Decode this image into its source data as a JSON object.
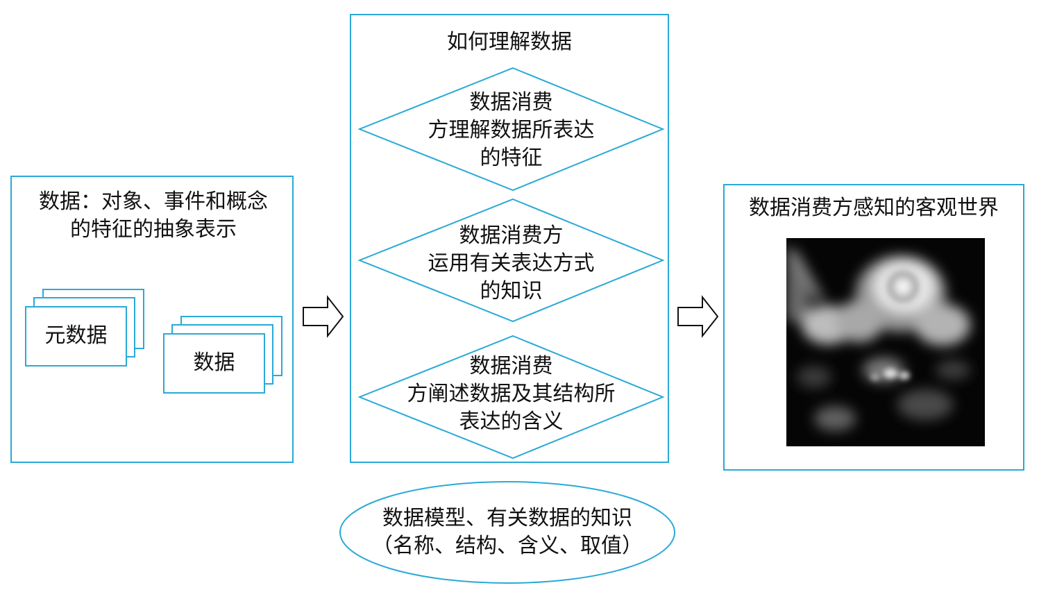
{
  "colors": {
    "stroke": "#29a9d6",
    "text": "#111111"
  },
  "left_panel": {
    "title_line1": "数据：对象、事件和概念",
    "title_line2": "的特征的抽象表示",
    "card_metadata": "元数据",
    "card_data": "数据"
  },
  "middle_panel": {
    "title": "如何理解数据",
    "diamond1": {
      "line1": "数据消费",
      "line2": "方理解数据所表达",
      "line3": "的特征"
    },
    "diamond2": {
      "line1": "数据消费方",
      "line2": "运用有关表达方式",
      "line3": "的知识"
    },
    "diamond3": {
      "line1": "数据消费",
      "line2": "方阐述数据及其结构所",
      "line3": "表达的含义"
    }
  },
  "right_panel": {
    "title": "数据消费方感知的客观世界",
    "image_icon": "blurred-world-image-icon"
  },
  "ellipse": {
    "line1": "数据模型、有关数据的知识",
    "line2": "（名称、结构、含义、取值）"
  },
  "arrows": {
    "icon": "hollow-right-arrow-icon"
  }
}
